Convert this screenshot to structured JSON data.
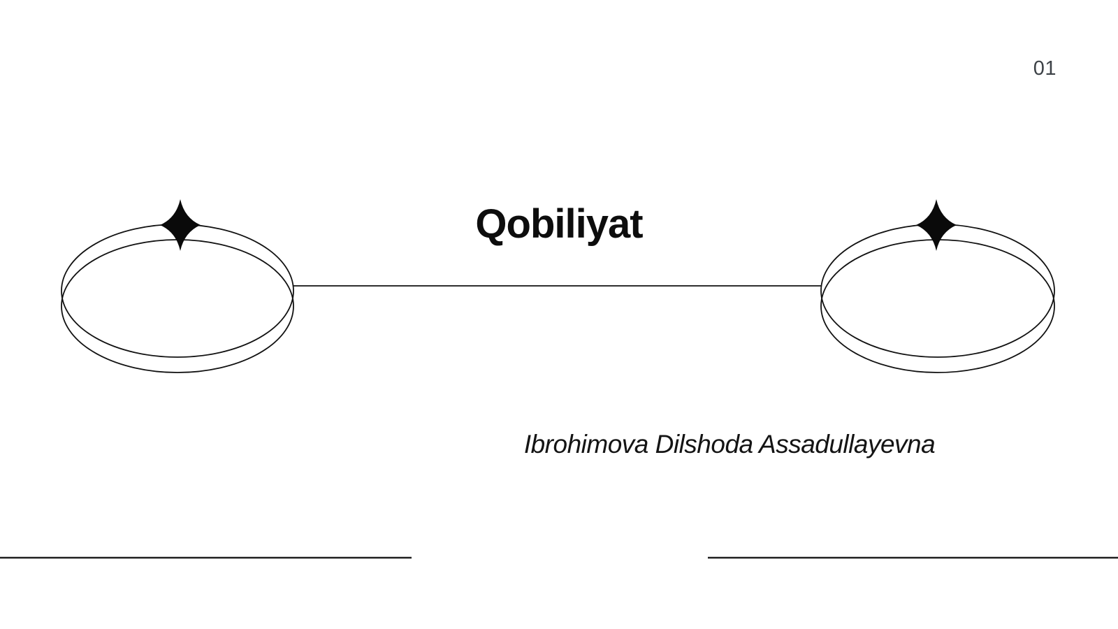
{
  "slide": {
    "page_number": "01",
    "title": "Qobiliyat",
    "author": "Ibrohimova Dilshoda Assadullayevna"
  },
  "colors": {
    "background": "#ffffff",
    "ink": "#111111",
    "page_number": "#3d4247",
    "rule": "#1f1f1f"
  },
  "icons": {
    "left_ornament": "orbit-ellipses-with-sparkle",
    "right_ornament": "orbit-ellipses-with-sparkle",
    "sparkle": "four-point-star-icon",
    "connector": "horizontal-line",
    "bottom_rules": "two-horizontal-rules"
  }
}
